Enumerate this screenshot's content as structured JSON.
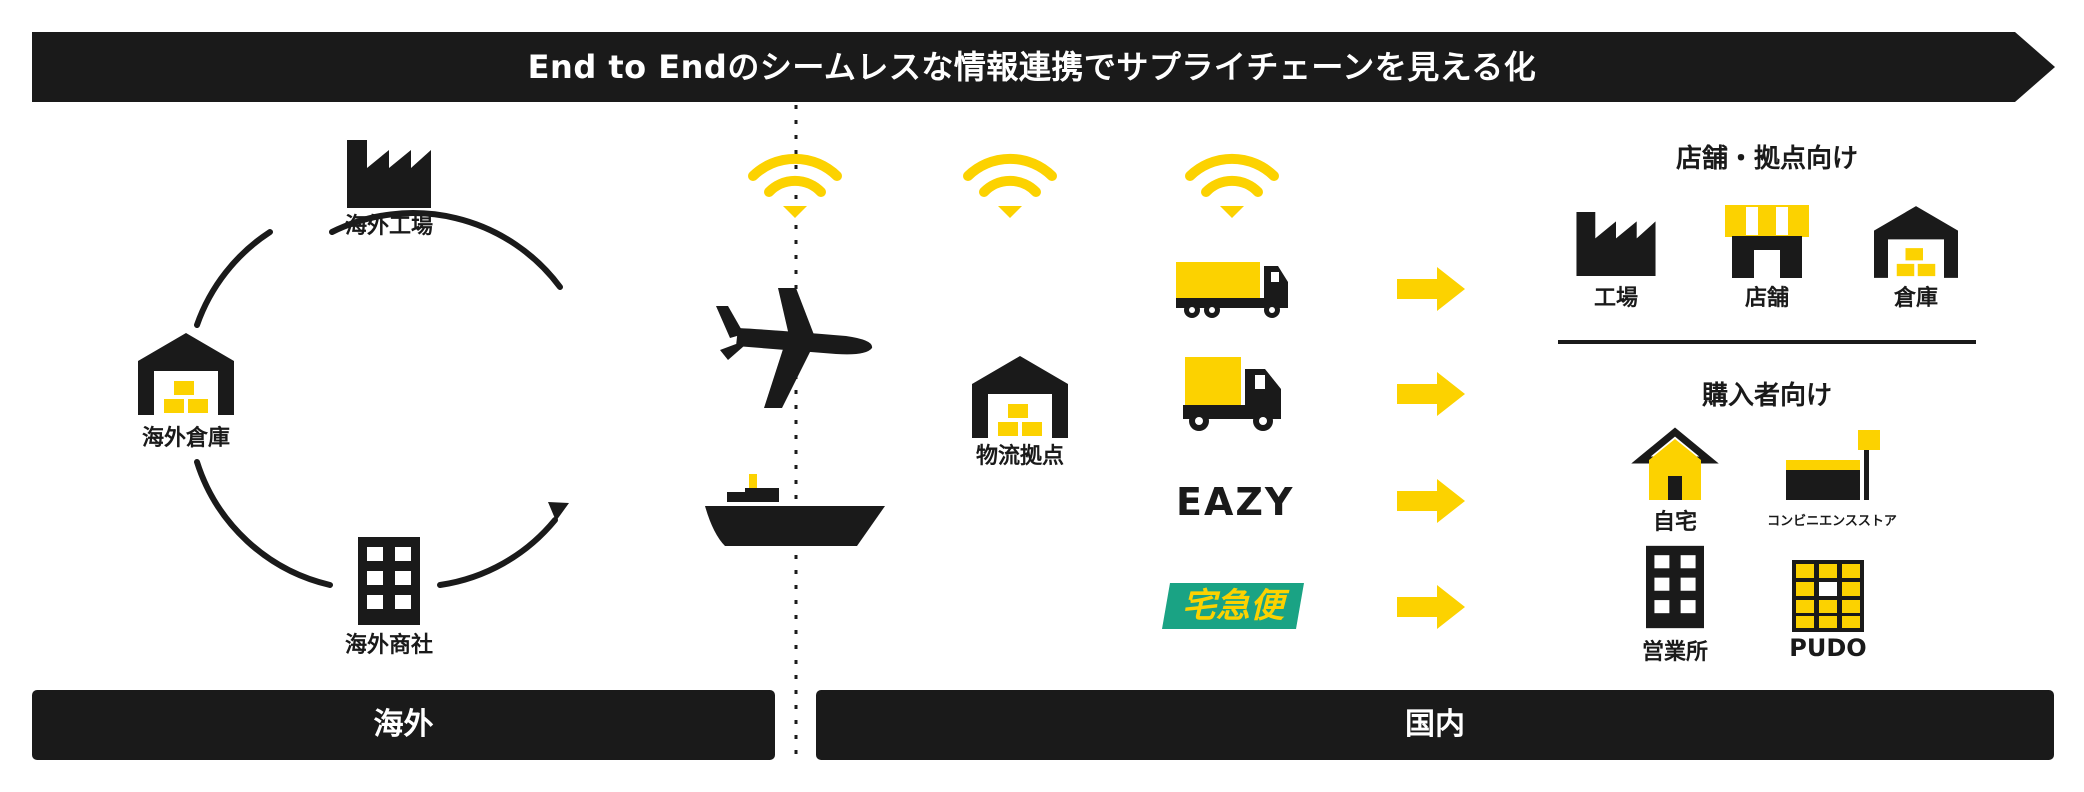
{
  "banner": {
    "title": "End to Endのシームレスな情報連携でサプライチェーンを見える化"
  },
  "overseas": {
    "factory": "海外工場",
    "warehouse": "海外倉庫",
    "trading": "海外商社"
  },
  "domestic": {
    "hub": "物流拠点",
    "eazy_logo": "EAZY",
    "takkyubin_logo": "宅急便"
  },
  "stores": {
    "heading": "店舗・拠点向け",
    "items": [
      "工場",
      "店舗",
      "倉庫"
    ]
  },
  "buyers": {
    "heading": "購入者向け",
    "items": [
      "自宅",
      "コンビニエンスストア",
      "営業所",
      "PUDO"
    ]
  },
  "footer": {
    "overseas": "海外",
    "domestic": "国内"
  },
  "colors": {
    "dark": "#1a1a1a",
    "accent": "#fcd200",
    "green": "#1aa384"
  }
}
